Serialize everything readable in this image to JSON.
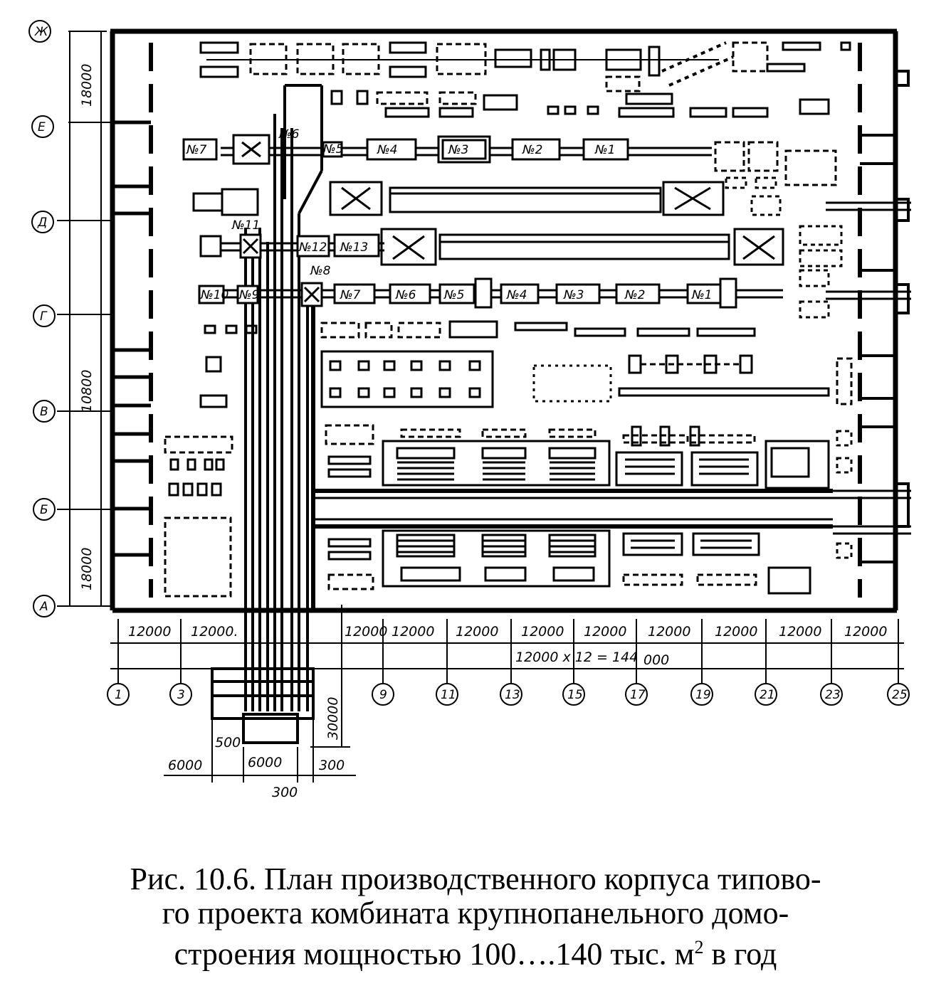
{
  "axes": {
    "rows": [
      "Ж",
      "Е",
      "Д",
      "Г",
      "В",
      "Б",
      "А"
    ],
    "columns": [
      "1",
      "3",
      "9",
      "11",
      "13",
      "15",
      "17",
      "19",
      "21",
      "23",
      "25"
    ]
  },
  "dimensions": {
    "left_top": "18000",
    "left_mid": "10800",
    "left_bottom": "18000",
    "bottom_spans": [
      "12000",
      "12000.",
      "12000",
      "12000",
      "12000",
      "12000",
      "12000",
      "12000",
      "12000",
      "12000",
      "12000"
    ],
    "total_part1": "12000 x 12 = 144",
    "total_part2": "000",
    "extension_height": "30000",
    "ext_6000": "6000",
    "ext_500": "500",
    "ext_6000b": "6000",
    "ext_300a": "300",
    "ext_300b": "300"
  },
  "line1_labels": [
    "№7",
    "№6",
    "№5",
    "№4",
    "№3",
    "№2",
    "№1"
  ],
  "line2_labels": [
    "№11",
    "№12",
    "№13"
  ],
  "line3_labels": [
    "№10",
    "№9",
    "№8",
    "№7",
    "№6",
    "№5",
    "№4",
    "№3",
    "№2",
    "№1"
  ],
  "caption": {
    "line1": "Рис. 10.6. План производственного корпуса типово-",
    "line2": "го проекта комбината крупнопанельного домо-",
    "line3_prefix": "строения мощностью 100….140 тыс. м",
    "line3_sup": "2",
    "line3_suffix": " в год"
  }
}
